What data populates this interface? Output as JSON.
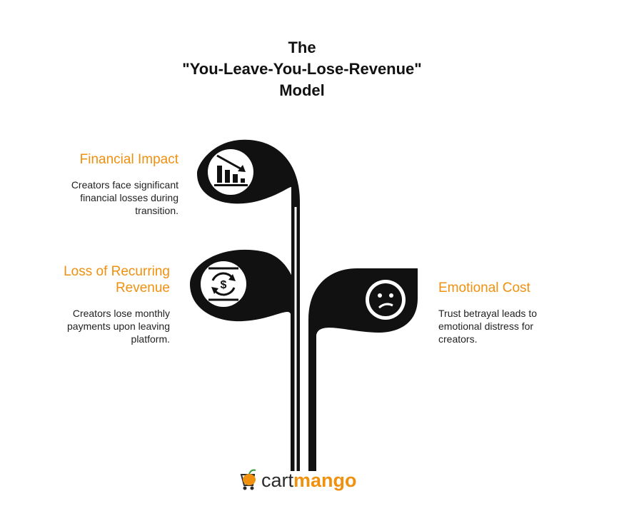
{
  "title": {
    "line1": "The",
    "line2": "\"You-Leave-You-Lose-Revenue\"",
    "line3": "Model"
  },
  "items": [
    {
      "heading": "Financial Impact",
      "desc": [
        "Creators face significant",
        "financial losses during",
        "transition."
      ],
      "icon": "declining-bar-chart-icon"
    },
    {
      "heading": [
        "Loss of Recurring",
        "Revenue"
      ],
      "desc": [
        "Creators lose monthly",
        "payments upon leaving",
        "platform."
      ],
      "icon": "recurring-dollar-icon"
    },
    {
      "heading": "Emotional Cost",
      "desc": [
        "Trust betrayal leads to",
        "emotional distress for",
        "creators."
      ],
      "icon": "sad-face-icon"
    }
  ],
  "logo": {
    "part1": "cart",
    "part2": "mango",
    "icon": "mango-cart-icon"
  },
  "colors": {
    "accent": "#F0900F",
    "stem": "#111111",
    "text": "#222222"
  }
}
